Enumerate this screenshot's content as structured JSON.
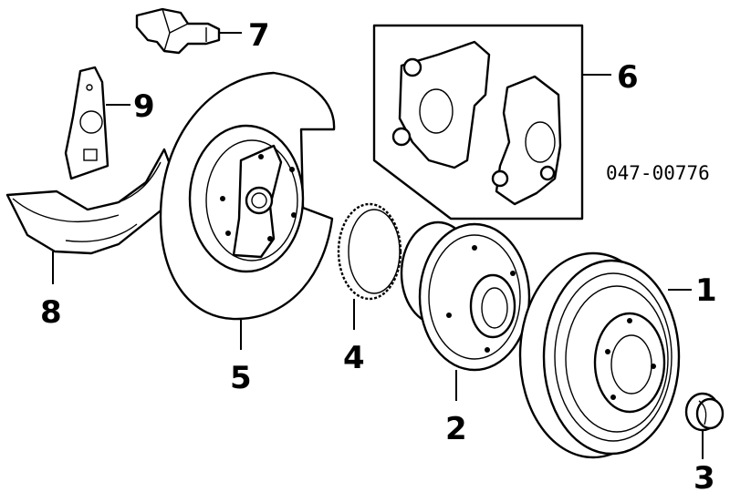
{
  "diagram": {
    "reference_code": "047-00776",
    "callouts": [
      "1",
      "2",
      "3",
      "4",
      "5",
      "6",
      "7",
      "8",
      "9"
    ],
    "parts": [
      {
        "number": "1",
        "icon": "brake-rotor-icon"
      },
      {
        "number": "2",
        "icon": "wheel-hub-icon"
      },
      {
        "number": "3",
        "icon": "hub-cap-icon"
      },
      {
        "number": "4",
        "icon": "abs-tone-ring-icon"
      },
      {
        "number": "5",
        "icon": "dust-shield-icon"
      },
      {
        "number": "6",
        "icon": "brake-caliper-icon"
      },
      {
        "number": "7",
        "icon": "wear-sensor-icon"
      },
      {
        "number": "8",
        "icon": "splash-guard-icon"
      },
      {
        "number": "9",
        "icon": "mounting-bracket-icon"
      }
    ]
  }
}
